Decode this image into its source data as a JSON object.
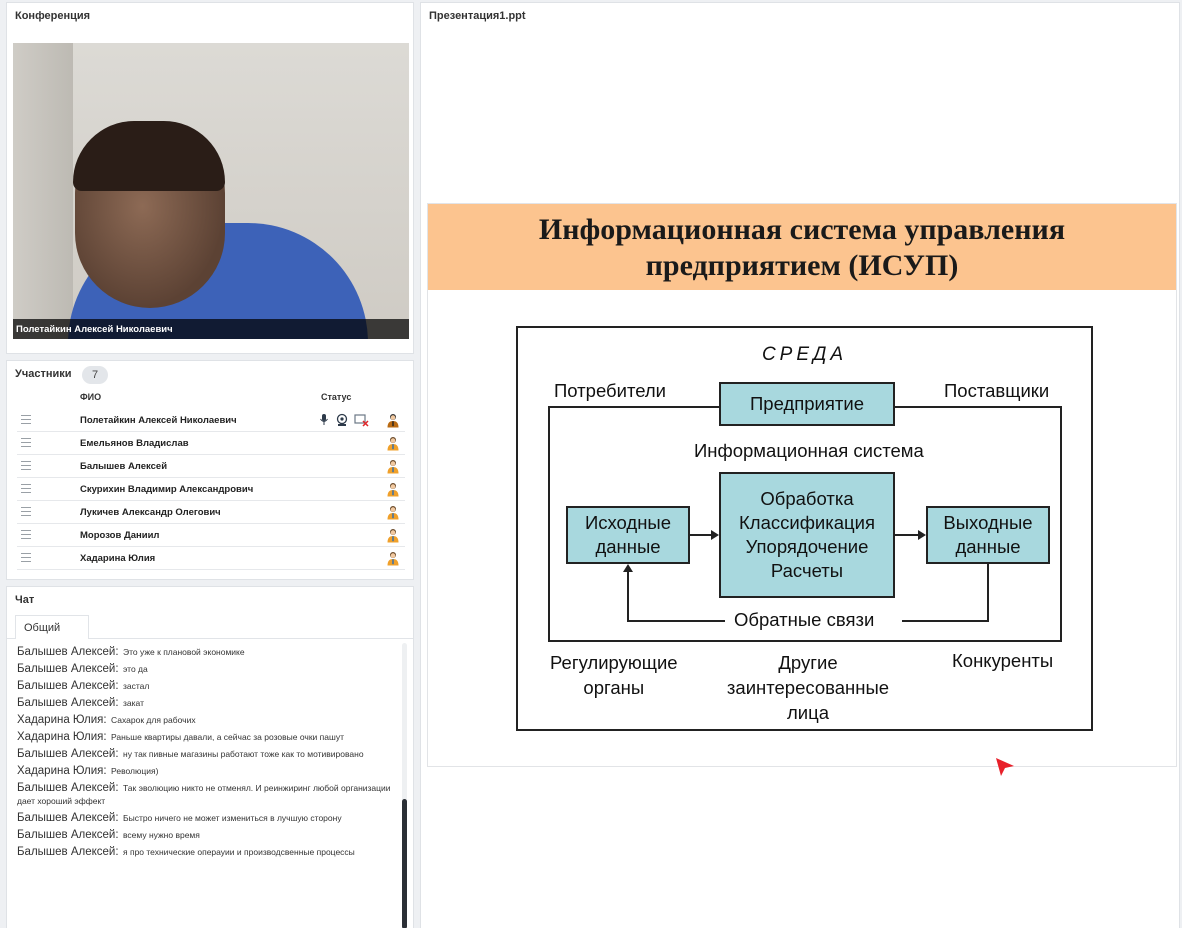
{
  "conference": {
    "title": "Конференция",
    "speaker_name": "Полетайкин Алексей Николаевич"
  },
  "participants": {
    "title": "Участники",
    "count": "7",
    "col_name": "ФИО",
    "col_status": "Статус",
    "rows": [
      {
        "name": "Полетайкин Алексей Николаевич",
        "is_presenter": true
      },
      {
        "name": "Емельянов Владислав"
      },
      {
        "name": "Балышев Алексей"
      },
      {
        "name": "Скурихин Владимир Александрович"
      },
      {
        "name": "Лукичев Александр  Олегович"
      },
      {
        "name": "Морозов Даниил"
      },
      {
        "name": "Хадарина Юлия"
      }
    ]
  },
  "chat": {
    "title": "Чат",
    "tab": "Общий",
    "messages": [
      {
        "author": "Балышев Алексей:",
        "text": "Это уже к плановой экономике"
      },
      {
        "author": "Балышев Алексей:",
        "text": "это да"
      },
      {
        "author": "Балышев Алексей:",
        "text": "застал"
      },
      {
        "author": "Балышев Алексей:",
        "text": "закат"
      },
      {
        "author": "Хадарина Юлия:",
        "text": "Сахарок для рабочих"
      },
      {
        "author": "Хадарина Юлия:",
        "text": "Раньше квартиры давали, а сейчас за розовые очки пашут"
      },
      {
        "author": "Балышев Алексей:",
        "text": "ну так пивные магазины работают тоже как то мотивировано"
      },
      {
        "author": "Хадарина Юлия:",
        "text": "Революция)"
      },
      {
        "author": "Балышев Алексей:",
        "text": "Так эволюцию никто не отменял. И реинжиринг любой организации дает хороший эффект"
      },
      {
        "author": "Балышев Алексей:",
        "text": "Быстро ничего не может измениться в лучшую сторону"
      },
      {
        "author": "Балышев Алексей:",
        "text": "всему нужно время"
      },
      {
        "author": "Балышев Алексей:",
        "text": "я про технические операуии и производсвенные процессы"
      }
    ]
  },
  "presentation": {
    "title": "Презентация1.ppt",
    "slide_title_line1": "Информационная  система управления",
    "slide_title_line2": "предприятием  (ИСУП)",
    "diagram": {
      "sreda": "СРЕДА",
      "consumers": "Потребители",
      "enterprise": "Предприятие",
      "suppliers": "Поставщики",
      "info_system": "Информационная система",
      "input_line1": "Исходные",
      "input_line2": "данные",
      "proc_line1": "Обработка",
      "proc_line2": "Классификация",
      "proc_line3": "Упорядочение",
      "proc_line4": "Расчеты",
      "output_line1": "Выходные",
      "output_line2": "данные",
      "feedback": "Обратные связи",
      "regulators_line1": "Регулирующие",
      "regulators_line2": "органы",
      "others_line1": "Другие",
      "others_line2": "заинтересованные",
      "others_line3": "лица",
      "competitors": "Конкуренты"
    }
  }
}
